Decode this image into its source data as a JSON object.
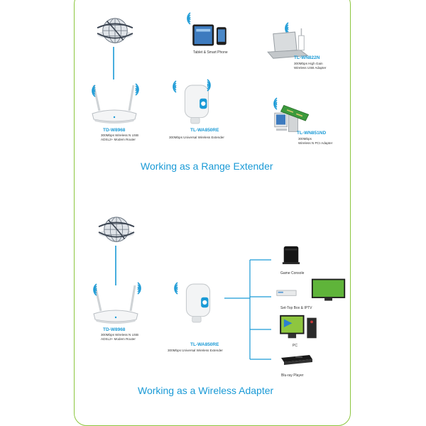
{
  "sections": [
    {
      "title": "Working as a Range Extender",
      "router": {
        "model": "TD-W8968",
        "desc": "300Mbps Wireless N USB\nADSL2+ Modem Router"
      },
      "extender": {
        "model": "TL-WA850RE",
        "desc": "300Mbps Universal Wireless Extender"
      },
      "tablet": {
        "caption": "Tablet & Smart Phone"
      },
      "usb_adapter": {
        "model": "TL-WN822N",
        "desc": "300Mbps High Gain\nWireless USB Adapter"
      },
      "pci_adapter": {
        "model": "TL-WN851ND",
        "desc": "300Mbps\nWireless N PCI Adapter"
      }
    },
    {
      "title": "Working as a Wireless Adapter",
      "router": {
        "model": "TD-W8968",
        "desc": "300Mbps Wireless N USB\nADSL2+ Modem Router"
      },
      "extender": {
        "model": "TL-WA850RE",
        "desc": "300Mbps Universal Wireless Extender"
      },
      "devices": [
        {
          "label": "Game Console"
        },
        {
          "label": "Set-Top Box & IPTV"
        },
        {
          "label": "PC"
        },
        {
          "label": "Blu-ray Player"
        }
      ]
    }
  ],
  "icons": [
    "globe-icon",
    "router-icon",
    "extender-icon",
    "tablet-icon",
    "phone-icon",
    "laptop-icon",
    "usb-adapter-icon",
    "desktop-pc-icon",
    "pci-card-icon",
    "game-console-icon",
    "set-top-box-icon",
    "tv-icon",
    "blu-ray-player-icon",
    "wifi-waves-icon"
  ],
  "colors": {
    "accent": "#1a9ad6",
    "frame": "#8cc63f",
    "line": "#1a9ad6"
  }
}
